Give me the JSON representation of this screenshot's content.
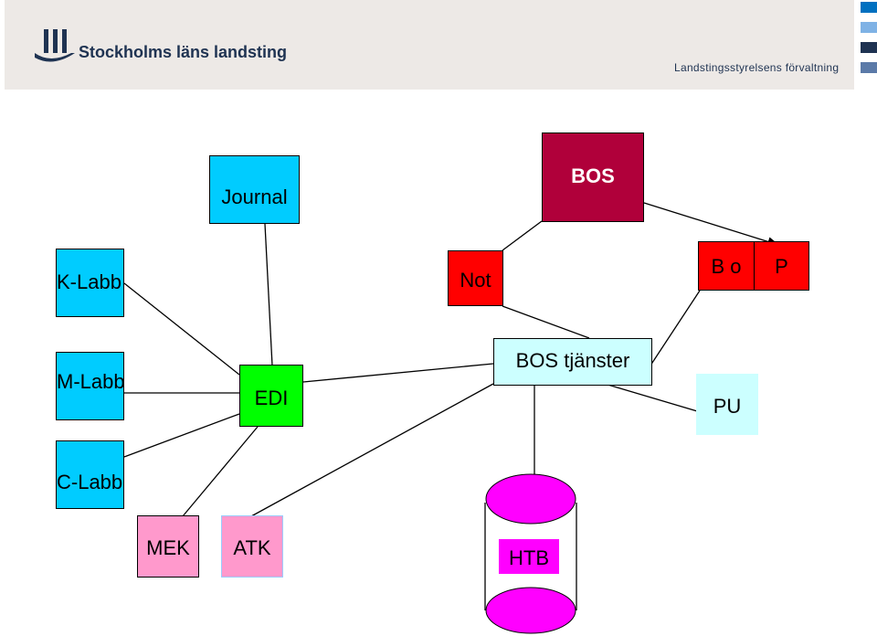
{
  "header": {
    "organization": "Stockholms läns landsting",
    "department": "Landstingsstyrelsens förvaltning"
  },
  "colors": {
    "header_bg": "#ede9e6",
    "navy": "#1f3352",
    "cyan": "#00ccff",
    "crimson": "#b0003a",
    "red": "#ff0000",
    "green": "#00ff00",
    "pink": "#ff99cc",
    "pale_cyan": "#ccffff",
    "magenta": "#ff00ff"
  },
  "nodes": {
    "journal": "Journal",
    "bos": "BOS",
    "not": "Not",
    "bo": "B o",
    "p": "P",
    "k_labb": "K-Labb",
    "m_labb": "M-Labb",
    "c_labb": "C-Labb",
    "edi": "EDI",
    "bos_tjanster": "BOS tjänster",
    "pu": "PU",
    "mek": "MEK",
    "atk": "ATK",
    "htb": "HTB"
  }
}
